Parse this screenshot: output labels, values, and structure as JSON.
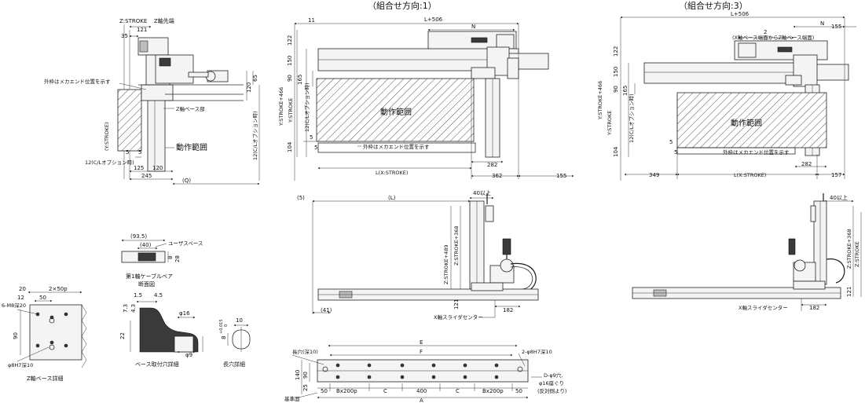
{
  "headings": {
    "combo1": "（組合せ方向:1）",
    "combo3": "（組合せ方向:3）"
  },
  "side_view": {
    "z_stroke": "Z:STROKE",
    "z_tip": "Z軸先端",
    "d121": "121",
    "d35": "35",
    "outer_frame_note": "外枠はメカエンド位置を示す",
    "z_base": "Z軸ベース部",
    "y_stroke": "(Y:STROKE)",
    "work_range": "動作範囲",
    "d5a": "5",
    "d5b": "5",
    "d12": "12(C/Lオプション時)",
    "d12v": "12(C/Lオプション時)",
    "d120v": "120",
    "d65": "65",
    "d125": "125",
    "d120": "120",
    "d245": "245",
    "q": "(Q)"
  },
  "top1": {
    "d11": "11",
    "l506": "L+506",
    "n": "N",
    "d122": "122",
    "d150": "150",
    "d90": "90",
    "d165": "165",
    "ystroke466": "Y:STROKE+466",
    "ystroke": "Y:STROKE",
    "d12": "12(C/Lオプション時)",
    "d104": "104",
    "d5a": "5",
    "d5b": "5",
    "work_range": "動作範囲",
    "note": "外枠はメカエンド位置を示す",
    "d282": "282",
    "lxstroke": "L(X:STROKE)",
    "d362": "362",
    "d155": "155"
  },
  "top3": {
    "l506": "L+506",
    "n": "N",
    "d155": "155",
    "d2": "2",
    "d2note": "(X軸ベース端面からZ軸ベース端面)",
    "d122": "122",
    "d150": "150",
    "d90": "90",
    "d165": "165",
    "ystroke466": "Y:STROKE+466",
    "ystroke": "Y:STROKE",
    "d12": "12(C/Lオプション時)",
    "d104": "104",
    "d5a": "5",
    "d5b": "5",
    "work_range": "動作範囲",
    "note": "外枠はメカエンド位置を示す",
    "d282": "282",
    "d349": "349",
    "lxstroke": "L(X:STROKE)",
    "d157": "157"
  },
  "front1": {
    "d5": "(5)",
    "l": "(L)",
    "d40": "40以上",
    "zs489": "Z:STROKE+489",
    "zs368": "Z:STROKE+368",
    "d121": "121",
    "d41": "(41)",
    "center": "X軸スライダセンター",
    "d182": "182"
  },
  "front3": {
    "d40": "40以上",
    "zs368": "Z:STROKE+368",
    "zs": "Z:STROKE",
    "d121": "121",
    "center": "X軸スライダセンター",
    "d182": "182"
  },
  "cable": {
    "d935": "(93.5)",
    "d40": "(40)",
    "user_space": "ユーザスペース",
    "d8": "8",
    "d28": "28",
    "caption1": "第1軸ケーブルベア",
    "caption2": "断面図"
  },
  "zbase": {
    "d20": "20",
    "d2x50": "2×50p",
    "d12": "12",
    "d50": "50",
    "m8": "6-M8深20",
    "d90": "90",
    "h7": "φ8H7深10",
    "caption": "Z軸ベース詳細"
  },
  "hole": {
    "d15": "1.5",
    "d45": "4.5",
    "d73": "7.3",
    "d43": "4.3",
    "d16": "φ16",
    "d22": "22",
    "d9": "φ9",
    "caption": "ベース取付穴詳細"
  },
  "slot": {
    "d10": "10",
    "d8": "8",
    "tol": "+0.015",
    "tol2": "0",
    "caption": "長穴詳細"
  },
  "bottom": {
    "e": "E",
    "f": "F",
    "slot_note": "長穴(深10)",
    "h7_note": "2-φ8H7深10",
    "d140": "140",
    "d90": "90",
    "d25": "25",
    "d50a": "50",
    "bx200a": "Bx200p",
    "c1": "C",
    "d400": "400",
    "c2": "C",
    "bx200b": "Bx200p",
    "d50b": "50",
    "a": "A",
    "ref_face": "基準面",
    "d9note1": "D-φ9穴,",
    "d9note2": "φ16座ぐり",
    "d9note3": "(反対側より)"
  }
}
